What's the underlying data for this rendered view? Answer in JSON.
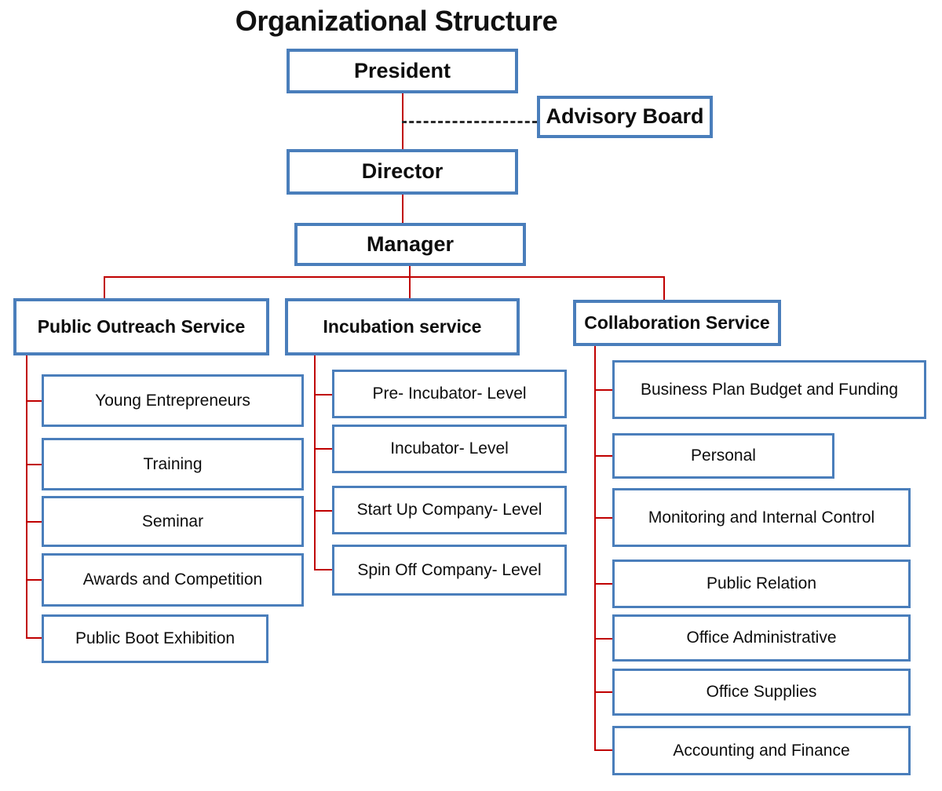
{
  "title": "Organizational Structure",
  "accent": {
    "box_border": "#4A7EBB",
    "connector": "#C00000",
    "dashed_connector": "#2B2B2B",
    "text": "#0D0D0D",
    "background": "#FFFFFF"
  },
  "nodes": {
    "president": "President",
    "advisory_board": "Advisory Board",
    "director": "Director",
    "manager": "Manager"
  },
  "services": [
    {
      "key": "public_outreach",
      "label": "Public Outreach Service"
    },
    {
      "key": "incubation",
      "label": "Incubation service"
    },
    {
      "key": "collaboration",
      "label": "Collaboration Service"
    }
  ],
  "public_outreach_children": [
    "Young Entrepreneurs",
    "Training",
    "Seminar",
    "Awards and Competition",
    "Public Boot Exhibition"
  ],
  "incubation_children": [
    "Pre- Incubator- Level",
    "Incubator- Level",
    "Start Up Company- Level",
    "Spin Off Company- Level"
  ],
  "collaboration_children": [
    "Business Plan Budget and Funding",
    "Personal",
    "Monitoring and Internal Control",
    "Public Relation",
    "Office Administrative",
    "Office Supplies",
    "Accounting and Finance"
  ],
  "chart_data": {
    "type": "diagram",
    "diagram_type": "organizational-chart",
    "title": "Organizational Structure",
    "orientation": "top-down",
    "levels": [
      {
        "level": 1,
        "nodes": [
          "President"
        ]
      },
      {
        "level": 2,
        "nodes": [
          "Director"
        ]
      },
      {
        "level": 3,
        "nodes": [
          "Manager"
        ]
      },
      {
        "level": 4,
        "nodes": [
          "Public Outreach Service",
          "Incubation service",
          "Collaboration Service"
        ]
      },
      {
        "level": 5,
        "nodes": [
          "Young Entrepreneurs",
          "Training",
          "Seminar",
          "Awards and Competition",
          "Public Boot Exhibition",
          "Pre- Incubator- Level",
          "Incubator- Level",
          "Start Up Company- Level",
          "Spin Off Company- Level",
          "Business Plan Budget and Funding",
          "Personal",
          "Monitoring and Internal Control",
          "Public Relation",
          "Office Administrative",
          "Office Supplies",
          "Accounting and Finance"
        ]
      }
    ],
    "edges": [
      {
        "from": "President",
        "to": "Director",
        "style": "solid"
      },
      {
        "from": "President",
        "to": "Advisory Board",
        "style": "dashed"
      },
      {
        "from": "Director",
        "to": "Manager",
        "style": "solid"
      },
      {
        "from": "Manager",
        "to": "Public Outreach Service",
        "style": "solid"
      },
      {
        "from": "Manager",
        "to": "Incubation service",
        "style": "solid"
      },
      {
        "from": "Manager",
        "to": "Collaboration Service",
        "style": "solid"
      },
      {
        "from": "Public Outreach Service",
        "to": "Young Entrepreneurs",
        "style": "solid"
      },
      {
        "from": "Public Outreach Service",
        "to": "Training",
        "style": "solid"
      },
      {
        "from": "Public Outreach Service",
        "to": "Seminar",
        "style": "solid"
      },
      {
        "from": "Public Outreach Service",
        "to": "Awards and Competition",
        "style": "solid"
      },
      {
        "from": "Public Outreach Service",
        "to": "Public Boot Exhibition",
        "style": "solid"
      },
      {
        "from": "Incubation service",
        "to": "Pre- Incubator- Level",
        "style": "solid"
      },
      {
        "from": "Incubation service",
        "to": "Incubator- Level",
        "style": "solid"
      },
      {
        "from": "Incubation service",
        "to": "Start Up Company- Level",
        "style": "solid"
      },
      {
        "from": "Incubation service",
        "to": "Spin Off Company- Level",
        "style": "solid"
      },
      {
        "from": "Collaboration Service",
        "to": "Business Plan Budget and Funding",
        "style": "solid"
      },
      {
        "from": "Collaboration Service",
        "to": "Personal",
        "style": "solid"
      },
      {
        "from": "Collaboration Service",
        "to": "Monitoring and Internal Control",
        "style": "solid"
      },
      {
        "from": "Collaboration Service",
        "to": "Public Relation",
        "style": "solid"
      },
      {
        "from": "Collaboration Service",
        "to": "Office Administrative",
        "style": "solid"
      },
      {
        "from": "Collaboration Service",
        "to": "Office Supplies",
        "style": "solid"
      },
      {
        "from": "Collaboration Service",
        "to": "Accounting and Finance",
        "style": "solid"
      }
    ],
    "node_count": 21,
    "edge_count": 22
  }
}
